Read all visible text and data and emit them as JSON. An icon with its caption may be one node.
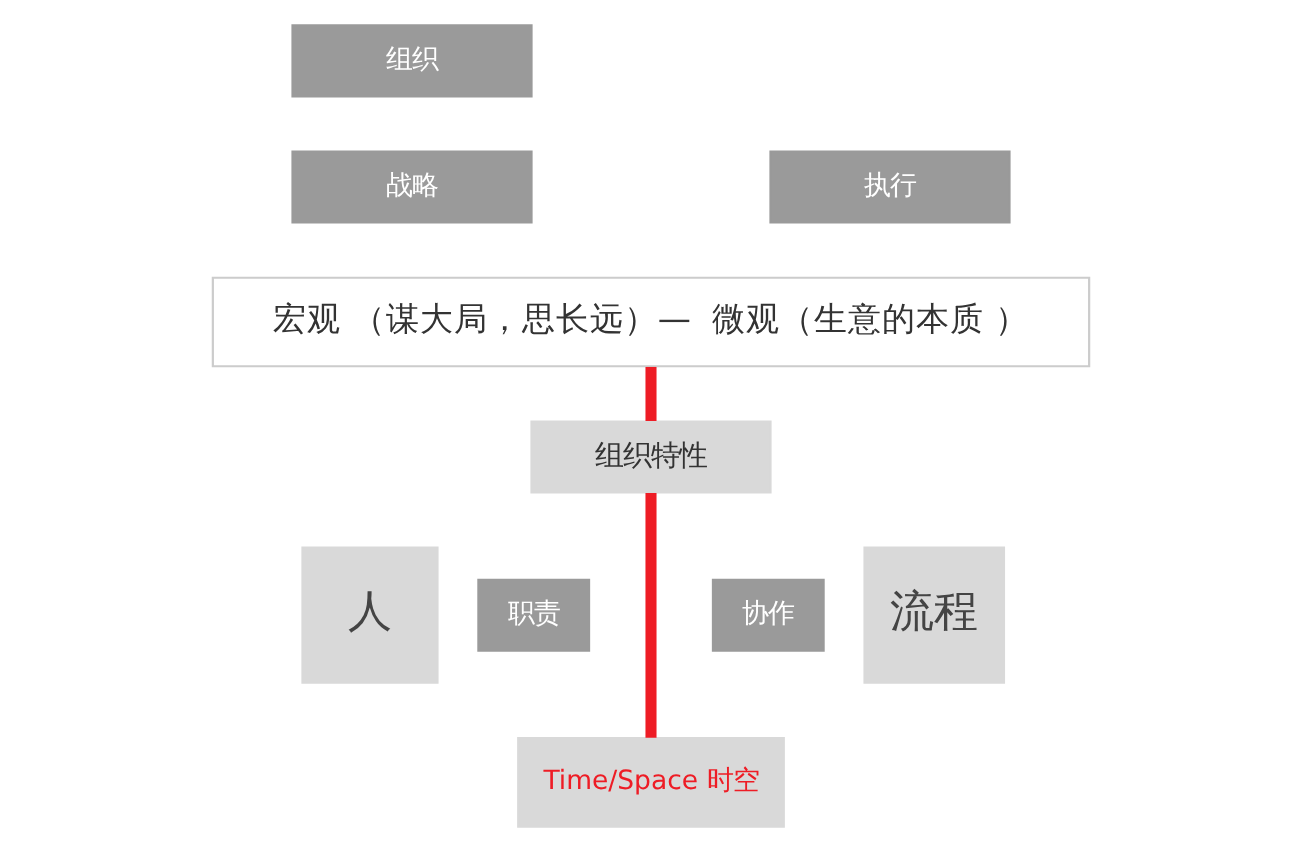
{
  "diagram": {
    "nodes": [
      {
        "text": [
          "组织"
        ]
      },
      {
        "text": [
          "战略"
        ]
      },
      {
        "text": [
          "执行"
        ]
      },
      {
        "text": [
          "宏观 （谋大局，思长远）—  微观（生意的本质 ）"
        ]
      },
      {
        "text": [
          "组织特性"
        ]
      },
      {
        "text": [
          "人"
        ]
      },
      {
        "text": [
          "职责"
        ]
      },
      {
        "text": [
          "协作"
        ]
      },
      {
        "text": [
          "流程"
        ]
      },
      {
        "text": [
          "Time/Space 时空"
        ]
      }
    ],
    "edges": [
      {
        "from": 3,
        "to": 4,
        "arrow": "none",
        "color": "#ee1c25"
      },
      {
        "from": 4,
        "to": 9,
        "arrow": "none",
        "color": "#ee1c25"
      }
    ]
  }
}
